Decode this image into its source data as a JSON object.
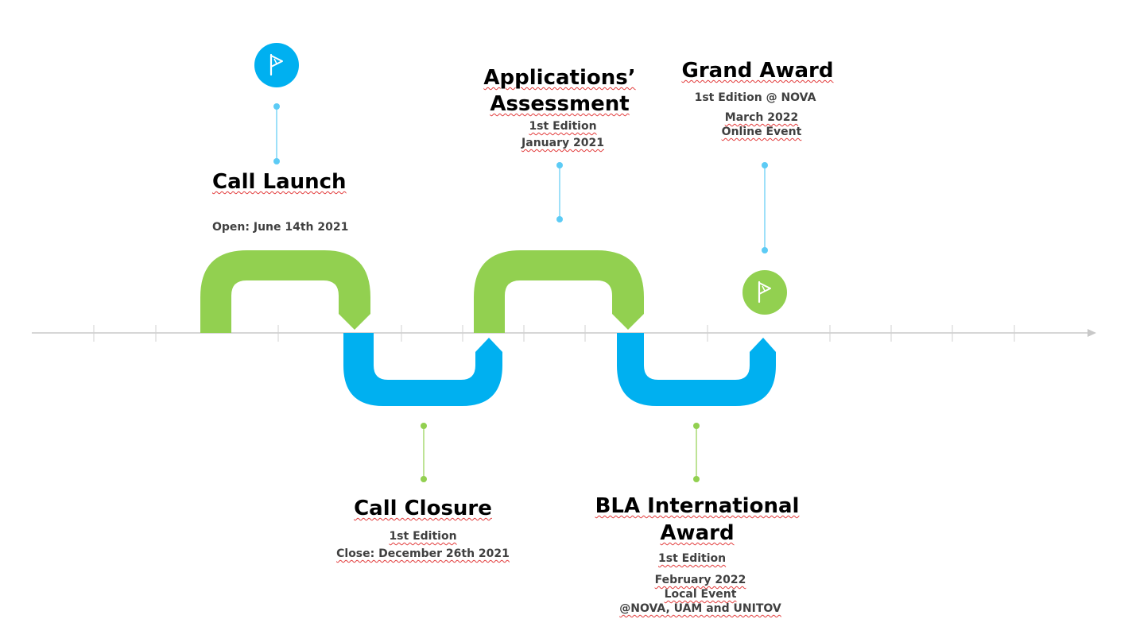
{
  "colors": {
    "green": "#92d050",
    "blue": "#00b0f0",
    "axis": "#c8c8c8",
    "light_blue_line": "#5ccbf5",
    "text_dark": "#000000",
    "text_gray": "#404040"
  },
  "icons": {
    "start_flag": "flag-icon",
    "end_flag": "flag-icon"
  },
  "milestones": {
    "call_launch": {
      "title": "Call Launch",
      "lines": [
        "Open: June 14th 2021"
      ]
    },
    "call_closure": {
      "title": "Call Closure",
      "lines": [
        "1st Edition",
        "Close: December 26th 2021"
      ]
    },
    "assessment": {
      "title_line1": "Applications’",
      "title_line2": "Assessment",
      "lines": [
        "1st Edition",
        "January 2021"
      ]
    },
    "bla_award": {
      "title_line1": "BLA International",
      "title_line2": "Award",
      "lines": [
        "1st Edition",
        "February 2022",
        "Local Event",
        "@NOVA, UAM and UNITOV"
      ]
    },
    "grand_award": {
      "title": "Grand Award",
      "lines": [
        "1st Edition @ NOVA",
        "March 2022",
        "Online Event"
      ]
    }
  }
}
